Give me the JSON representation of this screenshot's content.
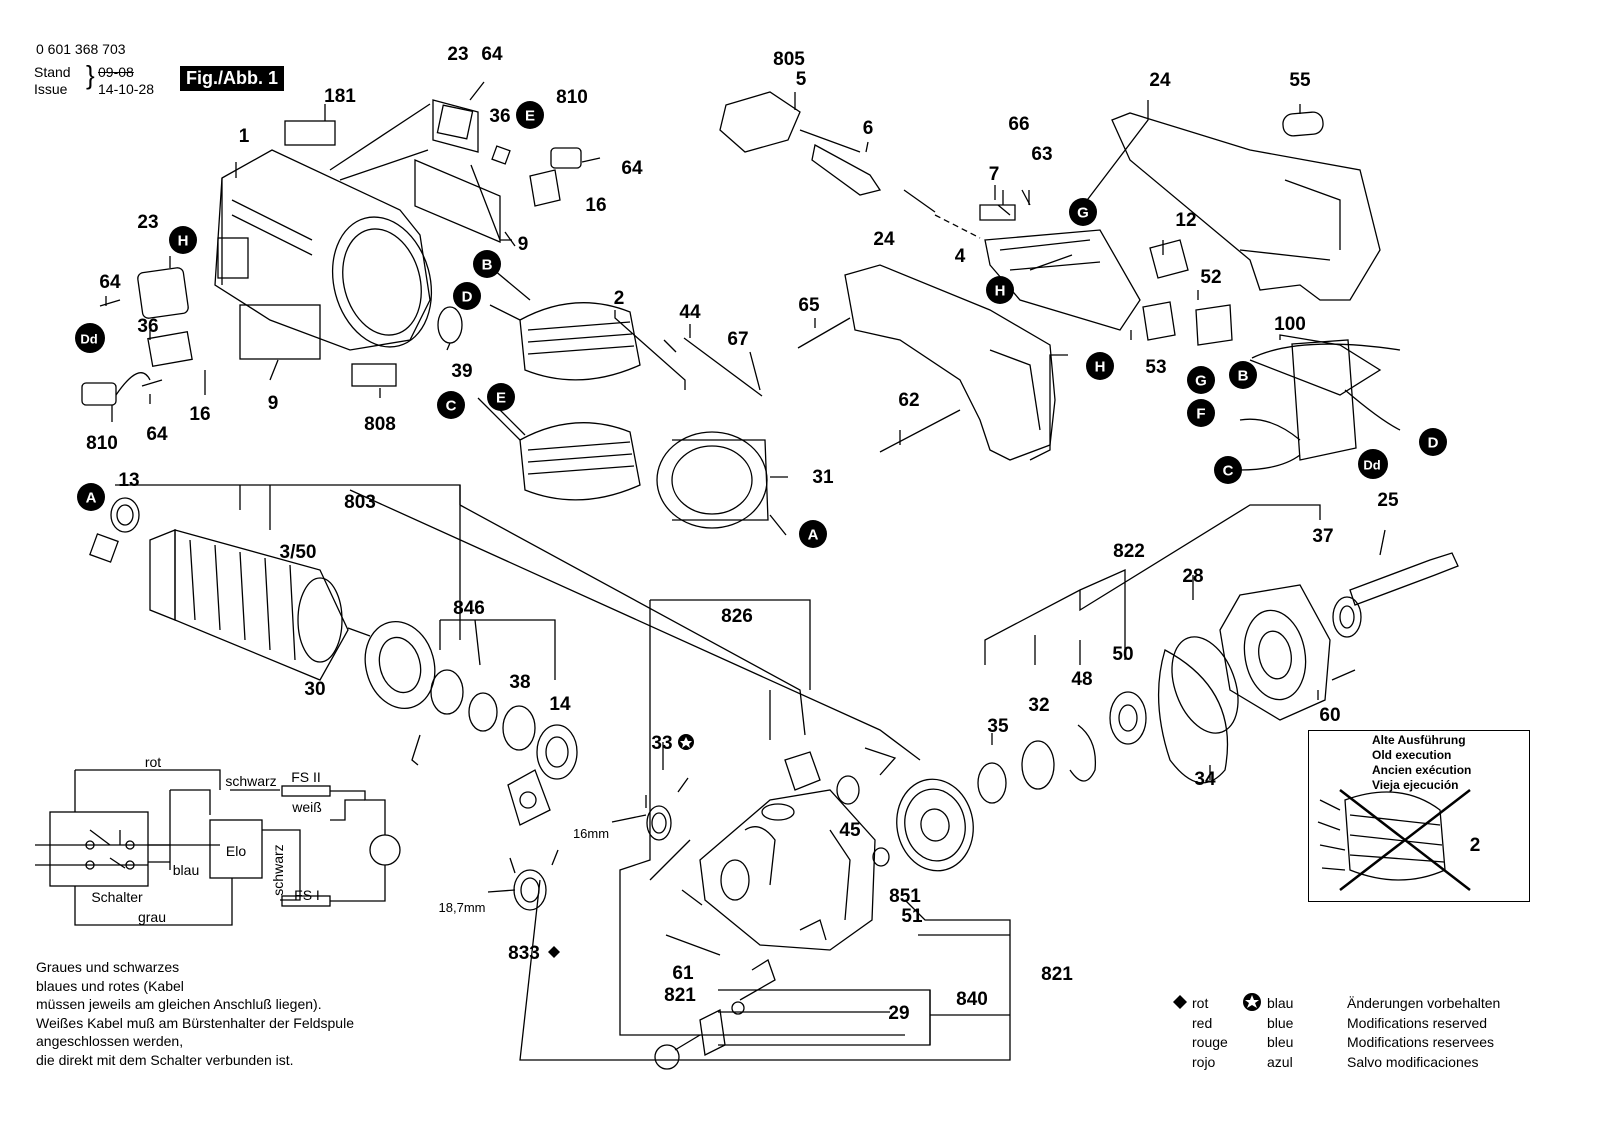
{
  "header": {
    "part_number": "0 601 368 703",
    "stand_label": "Stand",
    "stand_value": "09-08",
    "issue_label": "Issue",
    "issue_value": "14-10-28",
    "figure_label": "Fig./Abb. 1"
  },
  "callouts": {
    "p181": "181",
    "p1": "1",
    "p23a": "23",
    "p64a": "64",
    "p36a": "36",
    "p810a": "810",
    "p64b": "64",
    "p16a": "16",
    "p9a": "9",
    "p23b": "23",
    "p64c": "64",
    "p36b": "36",
    "p16b": "16",
    "p9b": "9",
    "p808": "808",
    "p810b": "810",
    "p64d": "64",
    "p2": "2",
    "p39": "39",
    "p44": "44",
    "p67": "67",
    "p31": "31",
    "p805": "805",
    "p5": "5",
    "p6": "6",
    "p66": "66",
    "p63": "63",
    "p7": "7",
    "p4": "4",
    "p24a": "24",
    "p24b": "24",
    "p55": "55",
    "p12": "12",
    "p52": "52",
    "p53": "53",
    "p100": "100",
    "p65": "65",
    "p62": "62",
    "p13": "13",
    "p803": "803",
    "p350": "3/50",
    "p30": "30",
    "p846": "846",
    "p38": "38",
    "p14": "14",
    "p826": "826",
    "p33": "33",
    "p45": "45",
    "p851": "851",
    "p51": "51",
    "p833": "833",
    "p61": "61",
    "p821a": "821",
    "p29": "29",
    "p840": "840",
    "p821b": "821",
    "p822": "822",
    "p28": "28",
    "p37": "37",
    "p25": "25",
    "p35": "35",
    "p32": "32",
    "p48": "48",
    "p50": "50",
    "p34": "34",
    "p60": "60",
    "p2old": "2"
  },
  "markers": {
    "A1": "A",
    "A2": "A",
    "B1": "B",
    "B2": "B",
    "C1": "C",
    "C2": "C",
    "D1": "D",
    "D2": "D",
    "Dd1": "Dd",
    "Dd2": "Dd",
    "E1": "E",
    "E2": "E",
    "F1": "F",
    "G1": "G",
    "G2": "G",
    "H1": "H",
    "H2": "H",
    "H3": "H"
  },
  "dimensions": {
    "d16": "16mm",
    "d187": "18,7mm"
  },
  "wiring": {
    "rot": "rot",
    "schwarz1": "schwarz",
    "fs2": "FS II",
    "weiss": "weiß",
    "elo": "Elo",
    "blau": "blau",
    "schwarz2": "schwarz",
    "fs1": "FS I",
    "schalter": "Schalter",
    "grau": "grau"
  },
  "note_text": "Graues und schwarzes\nblaues und rotes (Kabel\nmüssen jeweils am gleichen Anschluß liegen).\nWeißes Kabel muß am Bürstenhalter der Feldspule\nangeschlossen werden,\ndie direkt mit dem Schalter verbunden ist.",
  "old_execution": {
    "de": "Alte Ausführung",
    "en": "Old execution",
    "fr": "Ancien exécution",
    "es": "Vieja ejecución"
  },
  "legend": {
    "red": [
      "rot",
      "red",
      "rouge",
      "rojo"
    ],
    "blue": [
      "blau",
      "blue",
      "bleu",
      "azul"
    ],
    "mods": [
      "Änderungen vorbehalten",
      "Modifications reserved",
      "Modifications reservees",
      "Salvo modificaciones"
    ]
  }
}
